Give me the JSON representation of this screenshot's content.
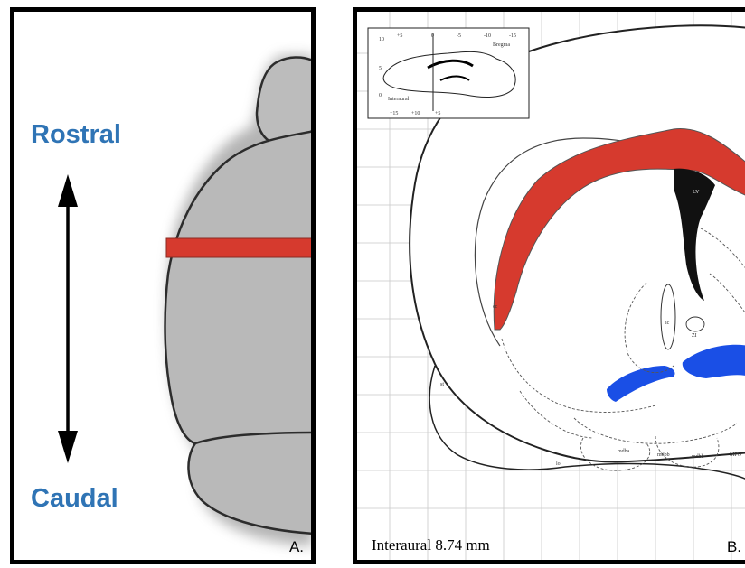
{
  "panel_a": {
    "rostral_label": "Rostral",
    "caudal_label": "Caudal",
    "letter": "A."
  },
  "panel_b": {
    "interaural_label": "Interaural 8.74 mm",
    "letter": "B.",
    "inset_labels": {
      "bregma": "Bregma",
      "interaural": "Interaural",
      "top_ticks": [
        "+5",
        "0",
        "-5",
        "-10",
        "-15"
      ],
      "bottom_ticks": [
        "+15",
        "+10",
        "+5"
      ],
      "left_ticks": [
        "10",
        "5",
        "0"
      ]
    },
    "region_labels": {
      "lv": "LV",
      "ec": "ec",
      "st": "st",
      "lo": "lo",
      "ic": "ic",
      "zi": "ZI",
      "mdba": "mdba",
      "mdbb": "mdbb",
      "mbo": "mdbb",
      "mpo": "MPO"
    }
  },
  "colors": {
    "label_blue": "#2f74b5",
    "highlight_red": "#d63a2e",
    "highlight_blue": "#1a4fe6",
    "brain_gray": "#b9b9b9"
  }
}
